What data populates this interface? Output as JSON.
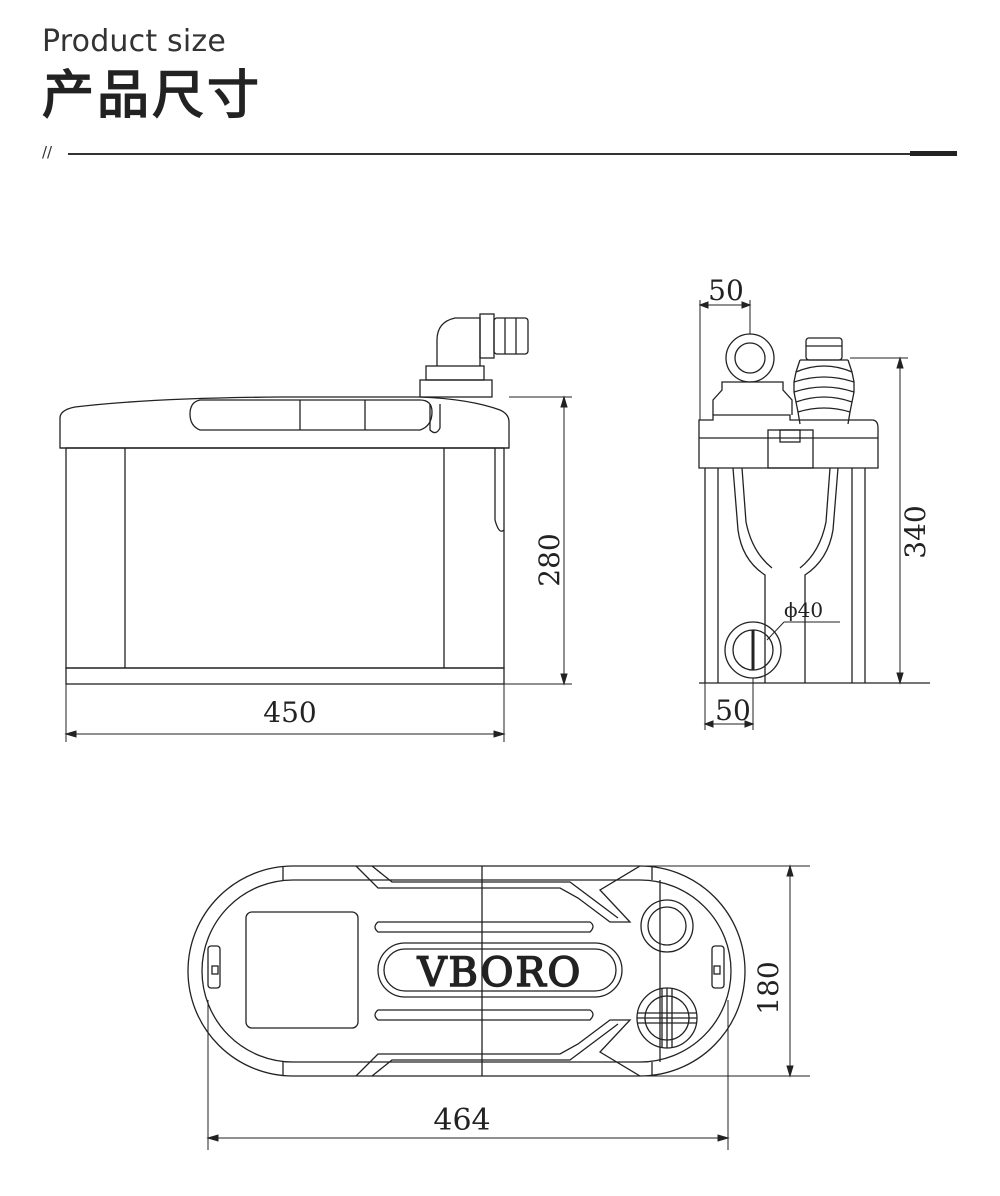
{
  "header": {
    "title_en": "Product size",
    "title_zh": "产品尺寸",
    "divider_mark": "//"
  },
  "front_view": {
    "width_label": "450",
    "height_label": "280"
  },
  "side_view": {
    "top_offset_label": "50",
    "height_label": "340",
    "diameter_label": "ϕ40",
    "bottom_offset_label": "50"
  },
  "top_view": {
    "width_label": "464",
    "depth_label": "180",
    "brand": "VBORO"
  },
  "colors": {
    "ink": "#222222",
    "background": "#ffffff"
  }
}
